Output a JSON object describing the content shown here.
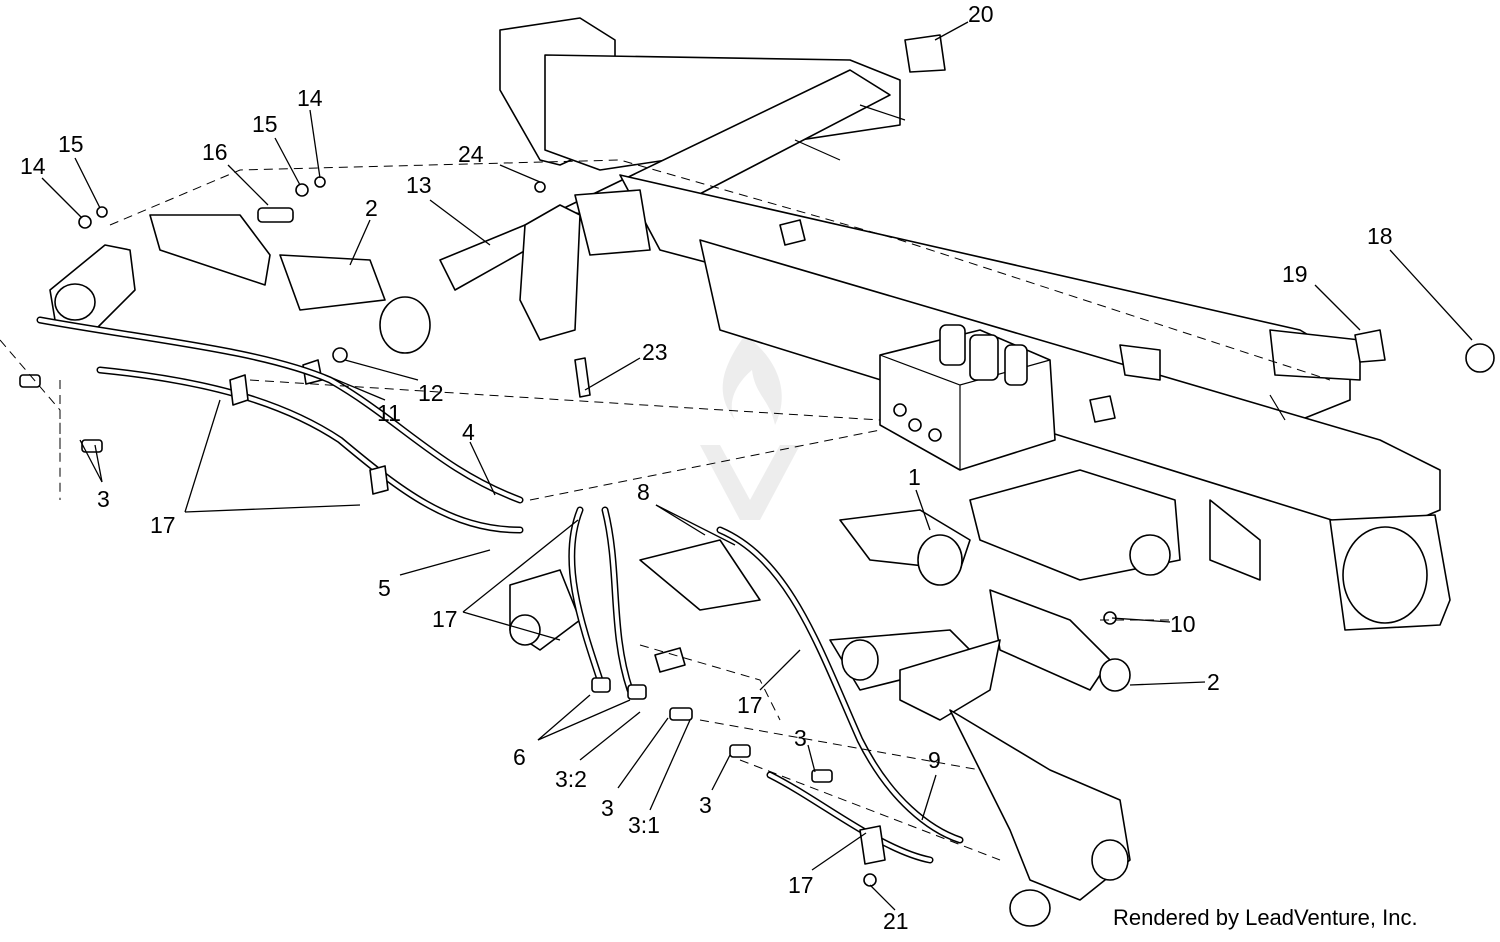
{
  "diagram": {
    "callouts": [
      {
        "id": "c20",
        "text": "20"
      },
      {
        "id": "c14a",
        "text": "14"
      },
      {
        "id": "c14b",
        "text": "14"
      },
      {
        "id": "c15a",
        "text": "15"
      },
      {
        "id": "c15b",
        "text": "15"
      },
      {
        "id": "c16",
        "text": "16"
      },
      {
        "id": "c2a",
        "text": "2"
      },
      {
        "id": "c13",
        "text": "13"
      },
      {
        "id": "c24",
        "text": "24"
      },
      {
        "id": "c18",
        "text": "18"
      },
      {
        "id": "c19",
        "text": "19"
      },
      {
        "id": "c23",
        "text": "23"
      },
      {
        "id": "c12",
        "text": "12"
      },
      {
        "id": "c11",
        "text": "11"
      },
      {
        "id": "c4",
        "text": "4"
      },
      {
        "id": "c3a",
        "text": "3"
      },
      {
        "id": "c17a",
        "text": "17"
      },
      {
        "id": "c1",
        "text": "1"
      },
      {
        "id": "c8",
        "text": "8"
      },
      {
        "id": "c5",
        "text": "5"
      },
      {
        "id": "c17b",
        "text": "17"
      },
      {
        "id": "c10",
        "text": "10"
      },
      {
        "id": "c2b",
        "text": "2"
      },
      {
        "id": "c17c",
        "text": "17"
      },
      {
        "id": "c6",
        "text": "6"
      },
      {
        "id": "c3b",
        "text": "3"
      },
      {
        "id": "c32",
        "text": "3:2"
      },
      {
        "id": "c9",
        "text": "9"
      },
      {
        "id": "c3c",
        "text": "3"
      },
      {
        "id": "c31",
        "text": "3:1"
      },
      {
        "id": "c3d",
        "text": "3"
      },
      {
        "id": "c17d",
        "text": "17"
      },
      {
        "id": "c21",
        "text": "21"
      }
    ]
  },
  "credit": "Rendered by LeadVenture, Inc."
}
